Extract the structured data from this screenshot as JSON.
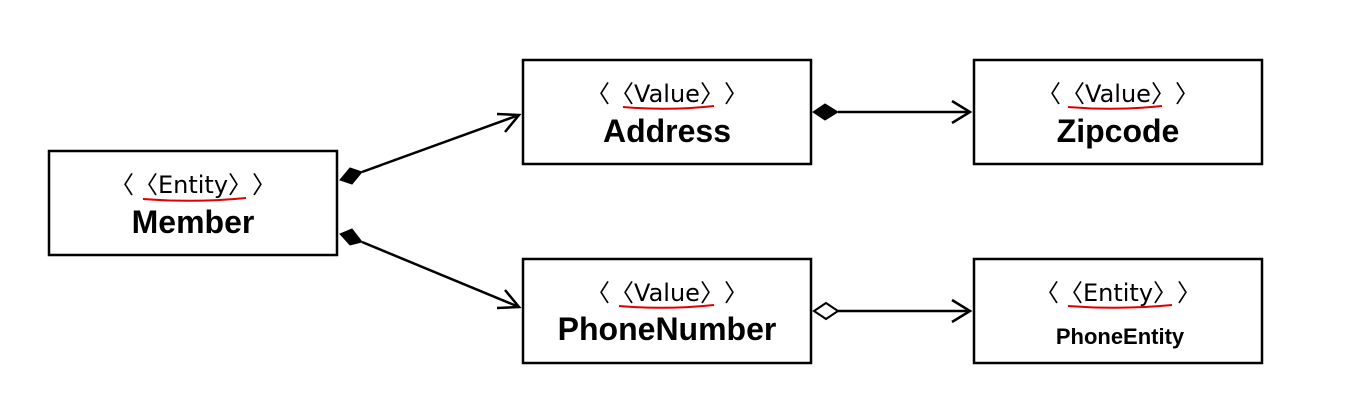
{
  "diagram": {
    "nodes": [
      {
        "id": "member",
        "stereotype": "〈〈Entity〉〉",
        "name": "Member"
      },
      {
        "id": "address",
        "stereotype": "〈〈Value〉〉",
        "name": "Address"
      },
      {
        "id": "zipcode",
        "stereotype": "〈〈Value〉〉",
        "name": "Zipcode"
      },
      {
        "id": "phonenumber",
        "stereotype": "〈〈Value〉〉",
        "name": "PhoneNumber"
      },
      {
        "id": "phoneentity",
        "stereotype": "〈〈Entity〉〉",
        "name": "PhoneEntity"
      }
    ],
    "edges": [
      {
        "from": "member",
        "to": "address",
        "type": "composition"
      },
      {
        "from": "member",
        "to": "phonenumber",
        "type": "composition"
      },
      {
        "from": "address",
        "to": "zipcode",
        "type": "composition"
      },
      {
        "from": "phonenumber",
        "to": "phoneentity",
        "type": "aggregation"
      }
    ],
    "colors": {
      "line": "#000000",
      "underline": "#e00000",
      "background": "#ffffff"
    }
  }
}
